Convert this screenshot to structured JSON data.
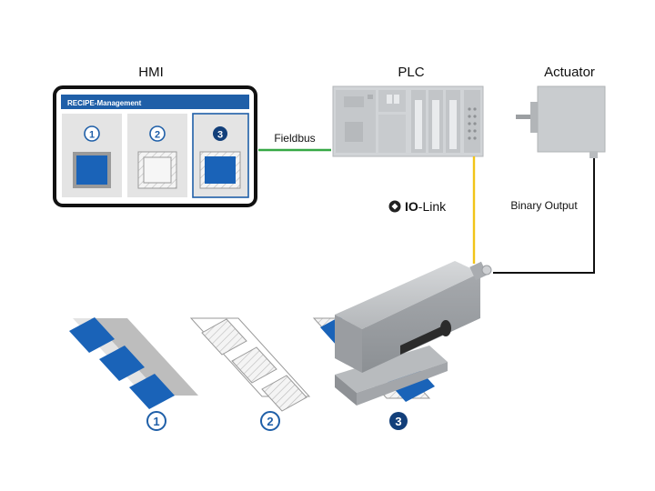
{
  "labels": {
    "hmi": "HMI",
    "plc": "PLC",
    "actuator": "Actuator",
    "fieldbus": "Fieldbus",
    "binary_output": "Binary Output",
    "io_link_bold": "IO",
    "io_link_rest": "-Link"
  },
  "hmi_screen": {
    "title": "RECIPE-Management",
    "recipes": [
      {
        "number": "1",
        "fill": "blue"
      },
      {
        "number": "2",
        "fill": "hatched"
      },
      {
        "number": "3",
        "fill": "blue",
        "selected": true
      }
    ]
  },
  "strips": [
    {
      "number": "1",
      "fill": "blue"
    },
    {
      "number": "2",
      "fill": "hatched"
    },
    {
      "number": "3",
      "fill": "blue",
      "selected": true
    }
  ],
  "colors": {
    "brand_blue": "#1f5fa8",
    "recipe_blue": "#1a63b8",
    "fieldbus_green": "#35a845",
    "io_link_yellow": "#f2c418",
    "device_gray": "#c9cccf"
  }
}
